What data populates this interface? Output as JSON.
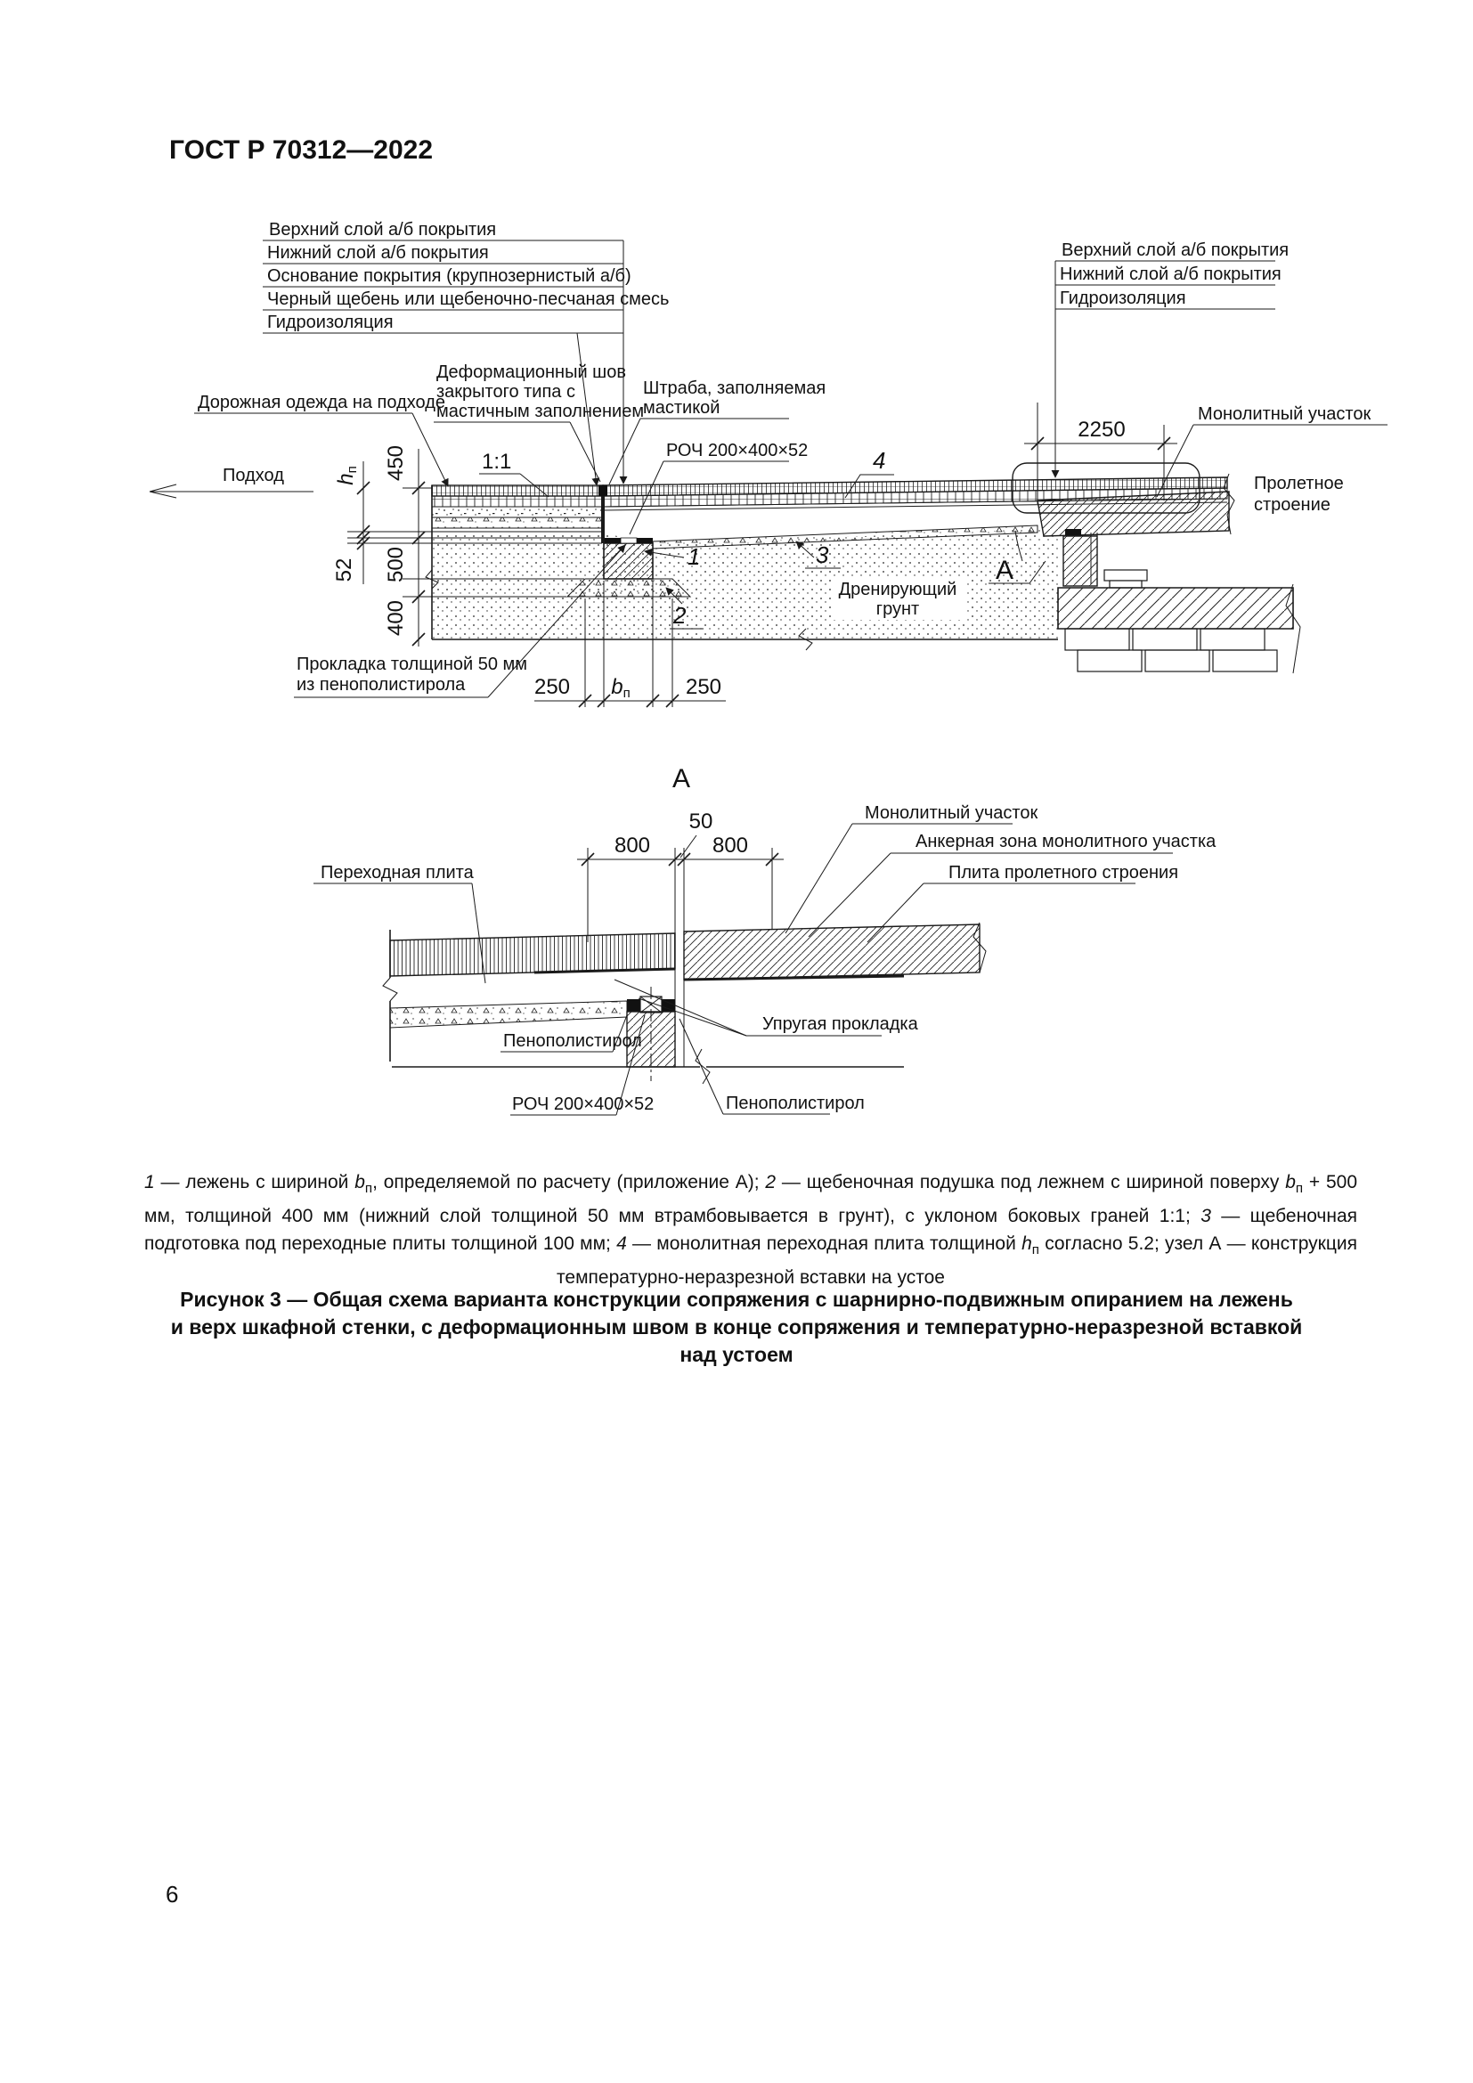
{
  "page": {
    "header": "ГОСТ Р 70312—2022",
    "page_number": "6"
  },
  "colors": {
    "ink": "#1a1a1a",
    "paper": "#ffffff"
  },
  "diagram1": {
    "left_layers": [
      "Верхний слой а/б покрытия",
      "Нижний слой а/б покрытия",
      "Основание покрытия (крупнозернистый а/б)",
      "Черный щебень или щебеночно-песчаная смесь",
      "Гидроизоляция"
    ],
    "right_layers": [
      "Верхний слой а/б покрытия",
      "Нижний слой а/б покрытия",
      "Гидроизоляция"
    ],
    "road_pavement_label": "Дорожная одежда на подходе",
    "joint_label": [
      "Деформационный шов",
      "закрытого типа с",
      "мастичным заполнением"
    ],
    "shtraba_label": [
      "Штраба, заполняемая",
      "мастикой"
    ],
    "roch_label": "РОЧ 200×400×52",
    "monolith_label": "Монолитный участок",
    "span_label": [
      "Пролетное",
      "строение"
    ],
    "approach_label": "Подход",
    "slope_label": "1:1",
    "drain_label": [
      "Дренирующий",
      "грунт"
    ],
    "pad_label": [
      "Прокладка толщиной 50 мм",
      "из пенополистирола"
    ],
    "items": {
      "i1": "1",
      "i2": "2",
      "i3": "3",
      "i4": "4",
      "nodeA": "А"
    },
    "dims": {
      "v450": "450",
      "v500": "500",
      "v400": "400",
      "v52": "52",
      "w2250": "2250",
      "w250": "250",
      "hp_base": "h",
      "hp_sub": "п",
      "bp_base": "b",
      "bp_sub": "п"
    }
  },
  "diagram2": {
    "title": "А",
    "transition_label": "Переходная плита",
    "monolith_label": "Монолитный участок",
    "anchor_label": "Анкерная зона монолитного участка",
    "span_plate_label": "Плита пролетного строения",
    "elastic_label": "Упругая прокладка",
    "foam_left_label": "Пенополистирол",
    "roch_label": "РОЧ 200×400×52",
    "foam_right_label": "Пенополистирол",
    "dims": {
      "w800": "800",
      "w50": "50"
    }
  },
  "caption": {
    "segments": [
      {
        "t": "1",
        "i": true
      },
      {
        "t": " — лежень с шириной "
      },
      {
        "t": "b",
        "i": true
      },
      {
        "t": "п",
        "sub": true
      },
      {
        "t": ", определяемой по расчету (приложение А); "
      },
      {
        "t": "2",
        "i": true
      },
      {
        "t": " — щебеночная подушка под лежнем с шириной поверху "
      },
      {
        "t": "b",
        "i": true
      },
      {
        "t": "п",
        "sub": true
      },
      {
        "t": " + 500 мм, толщиной 400 мм (нижний слой толщиной 50 мм втрамбовывается в грунт), с уклоном боковых граней 1:1; "
      },
      {
        "t": "3",
        "i": true
      },
      {
        "t": " — щебеночная подготовка под переходные плиты толщиной 100 мм; "
      },
      {
        "t": "4",
        "i": true
      },
      {
        "t": " — монолитная переходная плита толщиной "
      },
      {
        "t": "h",
        "i": true
      },
      {
        "t": "п",
        "sub": true
      },
      {
        "t": " согласно 5.2; узел А — конструкция температурно-неразрезной вставки на устое"
      }
    ]
  },
  "figure_title": {
    "lines": [
      "Рисунок 3 — Общая схема варианта конструкции сопряжения с шарнирно-подвижным опиранием на лежень",
      "и верх шкафной стенки, с деформационным швом в конце сопряжения и температурно-неразрезной вставкой",
      "над устоем"
    ]
  }
}
